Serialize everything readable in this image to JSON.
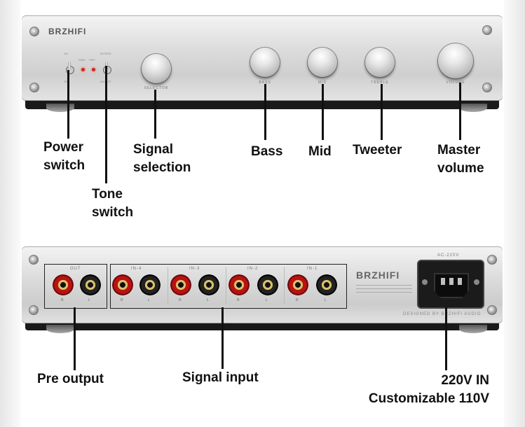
{
  "brand": {
    "front_logo": "BRZHIFI",
    "rear_logo": "BRZHIFI"
  },
  "front_panel": {
    "knob_labels": {
      "selector": "SELECTOR",
      "bass": "BASS",
      "mid": "MID",
      "treble": "TREBLE",
      "volume": "VOLUME"
    },
    "switch_labels": {
      "power_on": "ON",
      "power_off": "OFF",
      "tone_bypass": "BYPASS",
      "tone_adjust": "ADJUST"
    },
    "led_labels": [
      "PWR",
      "PRO"
    ]
  },
  "front_callouts": {
    "power": [
      "Power",
      "switch"
    ],
    "tone": [
      "Tone",
      "switch"
    ],
    "signal": [
      "Signal",
      "selection"
    ],
    "bass": "Bass",
    "mid": "Mid",
    "tweeter": "Tweeter",
    "master": [
      "Master",
      "volume"
    ]
  },
  "rear_panel": {
    "groups": [
      "OUT",
      "IN-4",
      "IN-3",
      "IN-2",
      "IN-1"
    ],
    "jack_labels": {
      "right": "R",
      "left": "L"
    },
    "ac_label": "AC-220V",
    "designed_by": "DESIGNED BY BRZHIFI AUDIO"
  },
  "rear_callouts": {
    "pre_output": "Pre output",
    "signal_input": "Signal input",
    "power_in": [
      "220V IN",
      "Customizable 110V"
    ]
  },
  "colors": {
    "panel": "#d9d9d9",
    "callout_text": "#111111",
    "rca_red": "#b11111",
    "led": "#d3261e"
  }
}
